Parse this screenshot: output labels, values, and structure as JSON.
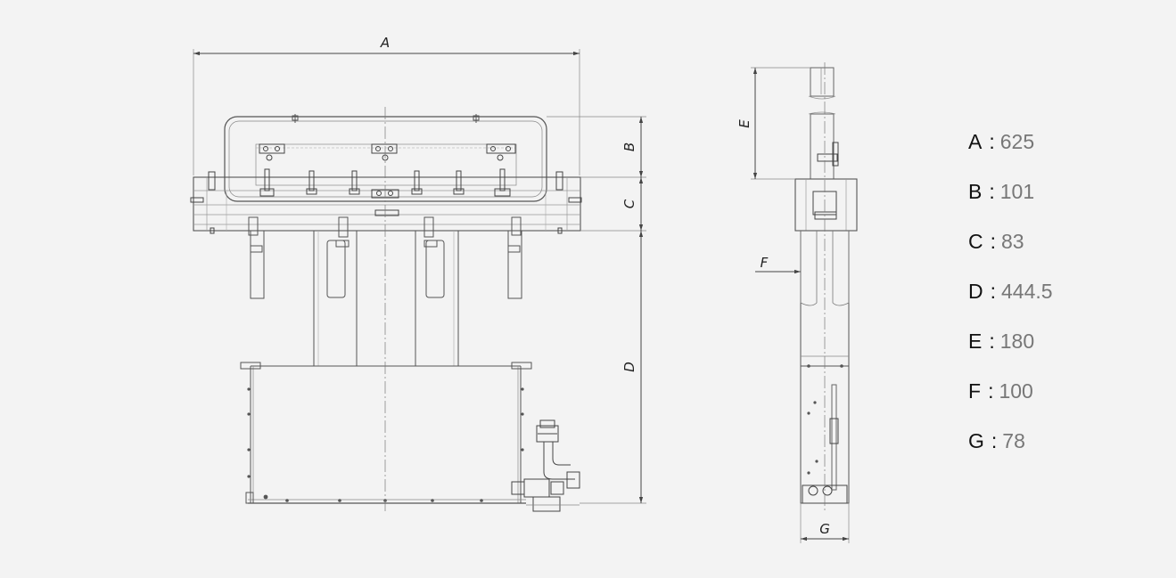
{
  "drawing": {
    "labels": {
      "A": "A",
      "B": "B",
      "C": "C",
      "D": "D",
      "E": "E",
      "F": "F",
      "G": "G"
    }
  },
  "specs": [
    {
      "key": "A",
      "sep": ":",
      "value": "625"
    },
    {
      "key": "B",
      "sep": ":",
      "value": "101"
    },
    {
      "key": "C",
      "sep": ":",
      "value": "83"
    },
    {
      "key": "D",
      "sep": ":",
      "value": "444.5"
    },
    {
      "key": "E",
      "sep": ":",
      "value": "180"
    },
    {
      "key": "F",
      "sep": ":",
      "value": "100"
    },
    {
      "key": "G",
      "sep": ":",
      "value": "78"
    }
  ]
}
